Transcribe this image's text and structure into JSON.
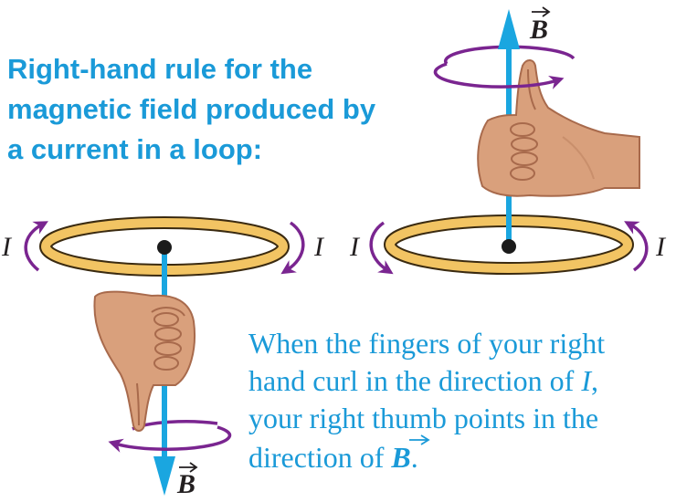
{
  "heading": {
    "lines": [
      "Right-hand rule for the",
      "magnetic field produced by",
      "a current in a loop:"
    ]
  },
  "caption": {
    "line1": "When the fingers of your right",
    "line2_start": "hand curl in the direction of ",
    "line2_var": "I",
    "line2_end": ",",
    "line3": "your right thumb points in the",
    "line4_start": "direction of ",
    "line4_var": "B",
    "line4_end": "."
  },
  "labels": {
    "current": "I",
    "field": "B"
  },
  "colors": {
    "text_blue": "#1a9ad8",
    "field_arrow": "#1aa6e0",
    "loop_gold": "#f2c463",
    "loop_outline": "#3a2a10",
    "curl_purple": "#7a2590",
    "skin": "#d9a07c",
    "skin_shadow": "#a86a4c",
    "label_dark": "#231f20"
  }
}
